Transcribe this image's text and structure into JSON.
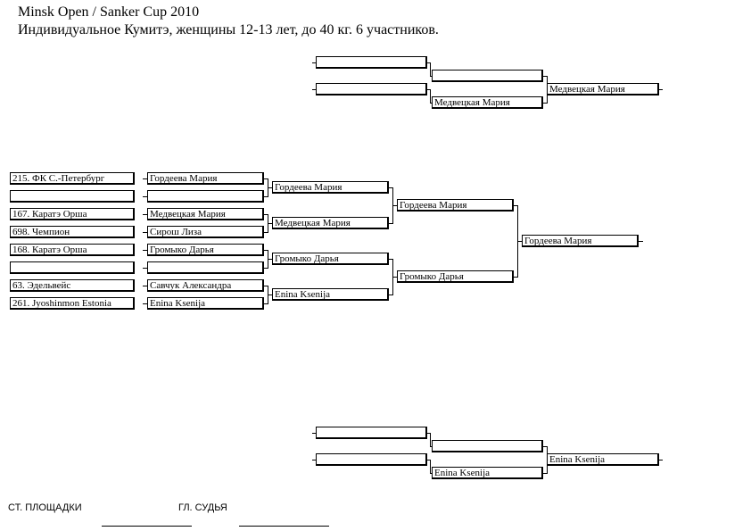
{
  "header": {
    "title": "Minsk Open / Sanker Cup 2010",
    "subtitle": "Индивидуальное Кумитэ, женщины 12-13 лет, до  40 кг. 6 участников."
  },
  "entrants": [
    "215. ФК С.-Петербург",
    "",
    "167. Каратэ Орша",
    "698. Чемпион",
    "168. Каратэ Орша",
    "",
    "63. Эдельвейс",
    "261. Jyoshinmon Estonia"
  ],
  "round1": [
    "Гордеева Мария",
    "",
    "Медвецкая Мария",
    "Сирош Лиза",
    "Громыко Дарья",
    "",
    "Савчук Александра",
    "Enina Ksenija"
  ],
  "round2": [
    "Гордеева Мария",
    "Медвецкая Мария",
    "Громыко Дарья",
    "Enina Ksenija"
  ],
  "semifinal": [
    "Гордеева Мария",
    "Громыко Дарья"
  ],
  "final_winner": "Гордеева Мария",
  "repechage_top": {
    "r1": [
      "",
      ""
    ],
    "r2": [
      "",
      "Медвецкая Мария"
    ],
    "winner": "Медвецкая Мария"
  },
  "repechage_bottom": {
    "r1": [
      "",
      ""
    ],
    "r2": [
      "",
      "Enina Ksenija"
    ],
    "winner": "Enina Ksenija"
  },
  "footer": {
    "area_chief_label": "СТ. ПЛОЩАДКИ",
    "chief_judge_label": "ГЛ. СУДЬЯ"
  }
}
